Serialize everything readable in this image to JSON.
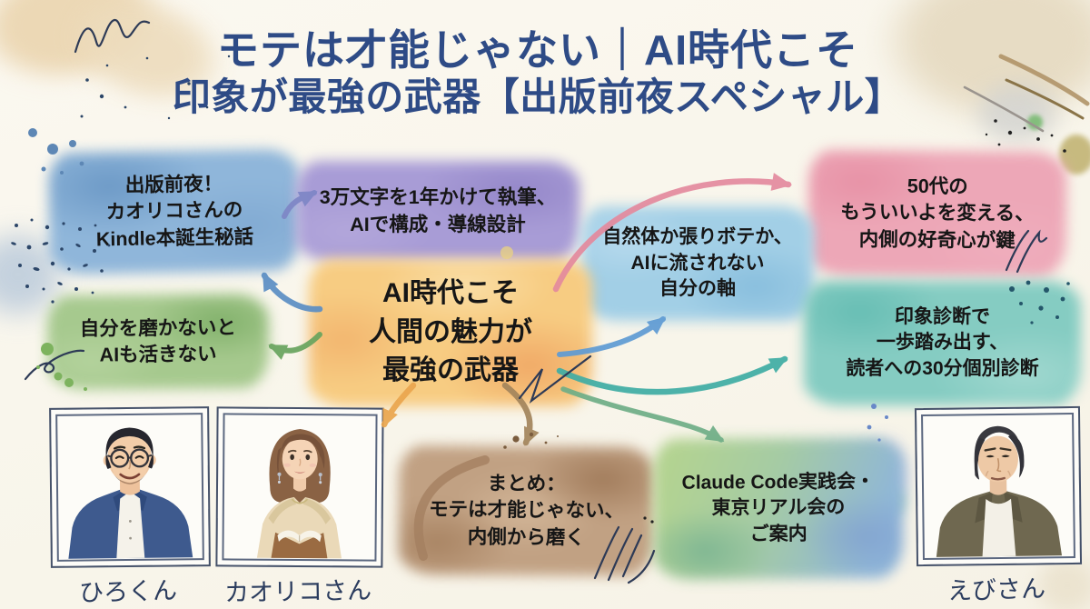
{
  "title": {
    "line1": "モテは才能じゃない｜AI時代こそ",
    "line2": "印象が最強の武器【出版前夜スペシャル】"
  },
  "nodes": {
    "kindle": {
      "text": "出版前夜！\nカオリコさんの\nKindle本誕生秘話"
    },
    "writing": {
      "text": "3万文字を1年かけて執筆、\nAIで構成・導線設計"
    },
    "fifties": {
      "text": "50代の\nもういいよを変える、\n内側の好奇心が鍵"
    },
    "center": {
      "text": "AI時代こそ\n人間の魅力が\n最強の武器"
    },
    "natural": {
      "text": "自然体か張りボテか、\nAIに流されない\n自分の軸"
    },
    "polish": {
      "text": "自分を磨かないと\nAIも活きない"
    },
    "diagnosis": {
      "text": "印象診断で\n一歩踏み出す、\n読者への30分個別診断"
    },
    "summary": {
      "text": "まとめ：\nモテは才能じゃない、\n内側から磨く"
    },
    "claude": {
      "text": "Claude Code実践会・\n東京リアル会の\nご案内"
    }
  },
  "people": [
    {
      "name": "ひろくん"
    },
    {
      "name": "カオリコさん"
    },
    {
      "name": "えびさん"
    }
  ],
  "edges": [
    {
      "from": "kindle",
      "to": "writing",
      "color": "#7e86c6"
    },
    {
      "from": "center",
      "to": "kindle",
      "color": "#5b8ec4"
    },
    {
      "from": "center",
      "to": "fifties",
      "color": "#e48a9e"
    },
    {
      "from": "center",
      "to": "natural",
      "color": "#5f9bd4"
    },
    {
      "from": "center",
      "to": "diagnosis",
      "color": "#3fada4"
    },
    {
      "from": "center",
      "to": "claude",
      "color": "#6fae87"
    },
    {
      "from": "center",
      "to": "polish",
      "color": "#68a45e"
    },
    {
      "from": "center",
      "to": "summary",
      "color": "#a3855c"
    },
    {
      "from": "center",
      "to": "kaoriko-portrait",
      "color": "#eaa64e"
    }
  ],
  "palette": {
    "title_ink": "#2e4b86",
    "node_kindle": "#8fb6da",
    "node_writing": "#a89cd6",
    "node_fifties": "#eda7b7",
    "node_center": "#f7cc82",
    "node_natural": "#a2cfe6",
    "node_polish": "#a6c98e",
    "node_diagnosis": "#85ccc2",
    "node_summary": "#c1a183",
    "node_claude_green": "#b3d391",
    "node_claude_blue": "#8fb6d8",
    "text_ink": "#161616",
    "label_ink": "#2b3c5e"
  }
}
